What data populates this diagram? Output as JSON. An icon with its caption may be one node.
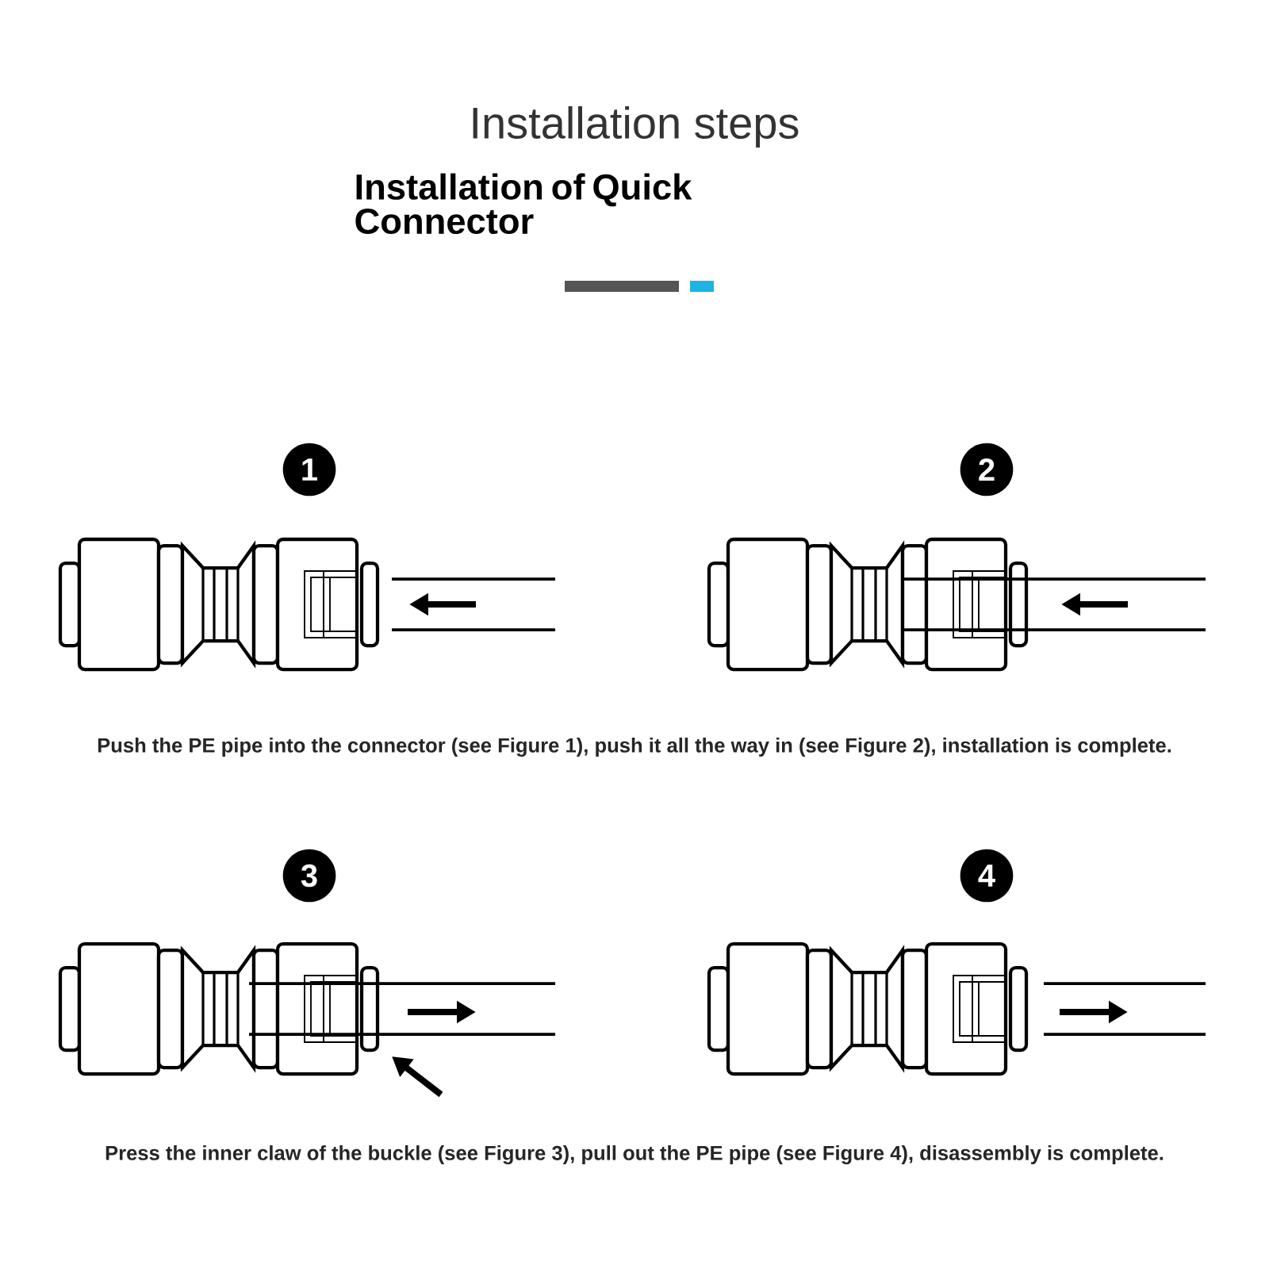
{
  "diagram": {
    "title": "Installation steps",
    "labels": [
      "Installation of Quick Connector",
      "1",
      "2",
      "Push the PE pipe into the connector (see Figure 1), push it all the way in (see Figure 2), installation is complete.",
      "3",
      "4",
      "Press the inner claw of the buckle (see Figure 3), pull out the PE pipe (see Figure 4), disassembly is complete."
    ]
  }
}
